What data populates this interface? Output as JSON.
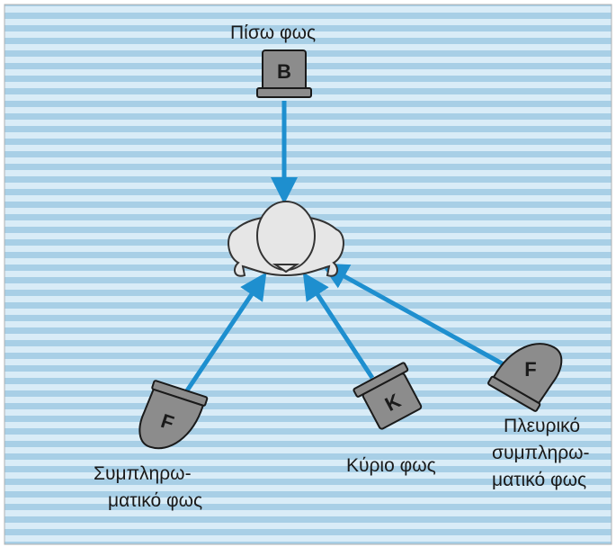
{
  "lights": {
    "back": {
      "letter": "B",
      "label": "Πίσω φως"
    },
    "key": {
      "letter": "K",
      "label": "Κύριο φως"
    },
    "fill_left": {
      "letter": "F",
      "label_line1": "Συμπληρω-",
      "label_line2": "ματικό φως"
    },
    "fill_side": {
      "letter": "F",
      "label_line1": "Πλευρικό",
      "label_line2": "συμπληρω-",
      "label_line3": "ματικό φως"
    }
  },
  "colors": {
    "arrow": "#1e8fcf",
    "background_stripe_dark": "#a8cfe6",
    "background_stripe_light": "#d9ecf7",
    "lamp_fill": "#8c8c8c",
    "subject_fill": "#e6e6e6"
  }
}
